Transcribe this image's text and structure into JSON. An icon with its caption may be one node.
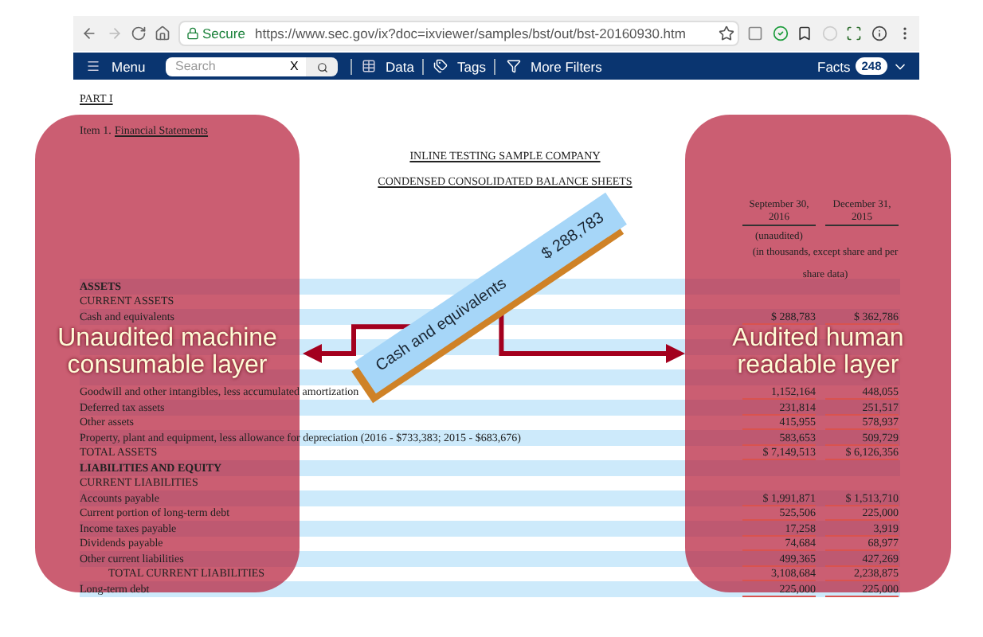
{
  "diagram": {
    "nodes": [
      {
        "text": [
          "Unaudited machine consumable layer"
        ]
      },
      {
        "text": [
          "Cash and equivalents",
          "$ 288,783"
        ]
      },
      {
        "text": [
          "Audited human readable layer"
        ]
      }
    ],
    "edges": [
      {
        "from": 1,
        "to": 0,
        "arrow": "to"
      },
      {
        "from": 1,
        "to": 2,
        "arrow": "to"
      }
    ],
    "labels": [
      "Secure",
      "https://www.sec.gov/ix?doc=ixviewer/samples/bst/out/bst-20160930.htm",
      "Menu",
      "Search",
      "X",
      "Data",
      "Tags",
      "More Filters",
      "Facts",
      "248",
      "PART I",
      "Item 1.",
      "Financial Statements",
      "INLINE TESTING SAMPLE COMPANY",
      "CONDENSED CONSOLIDATED BALANCE SHEETS",
      "September 30, 2016",
      "December 31, 2015",
      "(unaudited)",
      "(in thousands, except share and per share data)",
      "ASSETS",
      "CURRENT ASSETS",
      "Cash and equivalents",
      "$ 288,783",
      "$ 362,786",
      "Goodwill and other intangibles, less accumulated amortization",
      "1,152,164",
      "448,055",
      "Deferred tax assets",
      "231,814",
      "251,517",
      "Other assets",
      "415,955",
      "578,937",
      "Property, plant and equipment, less allowance for depreciation (2016 - $733,383; 2015 - $683,676)",
      "583,653",
      "509,729",
      "TOTAL ASSETS",
      "$ 7,149,513",
      "$ 6,126,356",
      "LIABILITIES AND EQUITY",
      "CURRENT LIABILITIES",
      "Accounts payable",
      "$ 1,991,871",
      "$ 1,513,710",
      "Current portion of long-term debt",
      "525,506",
      "225,000",
      "Income taxes payable",
      "17,258",
      "3,919",
      "Dividends payable",
      "74,684",
      "68,977",
      "Other current liabilities",
      "499,365",
      "427,269",
      "TOTAL CURRENT LIABILITIES",
      "3,108,684",
      "2,238,875",
      "Long-term debt",
      "225,000",
      "225,000"
    ]
  }
}
